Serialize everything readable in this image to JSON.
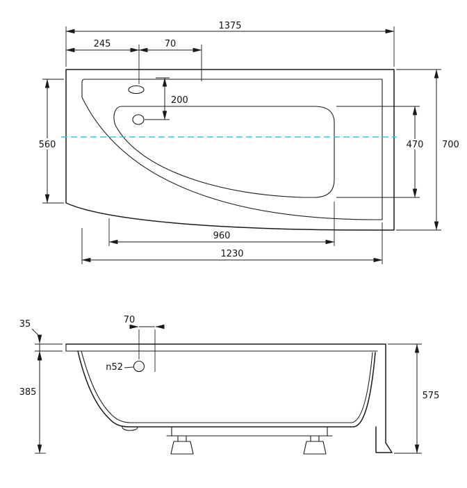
{
  "page": {
    "background": "#ffffff",
    "line_color": "#1a1a1a",
    "water_line_color": "#35c8d8"
  },
  "drawing": {
    "subject": "asymmetric-bathtub-technical-drawing",
    "views": {
      "top": {
        "name": "top-view",
        "dimensions": {
          "overall_length": "1375",
          "overflow_offset": "245",
          "faucet_offset": "70",
          "hole_spacing": "200",
          "left_end_width": "560",
          "basin_width": "470",
          "overall_width": "700",
          "basin_length": "960",
          "bottom_length": "1230"
        }
      },
      "side": {
        "name": "side-view",
        "dimensions": {
          "rim_height": "35",
          "overflow_offset": "70",
          "drain_diameter": "n52",
          "body_height": "385",
          "overall_height": "575"
        }
      }
    }
  }
}
